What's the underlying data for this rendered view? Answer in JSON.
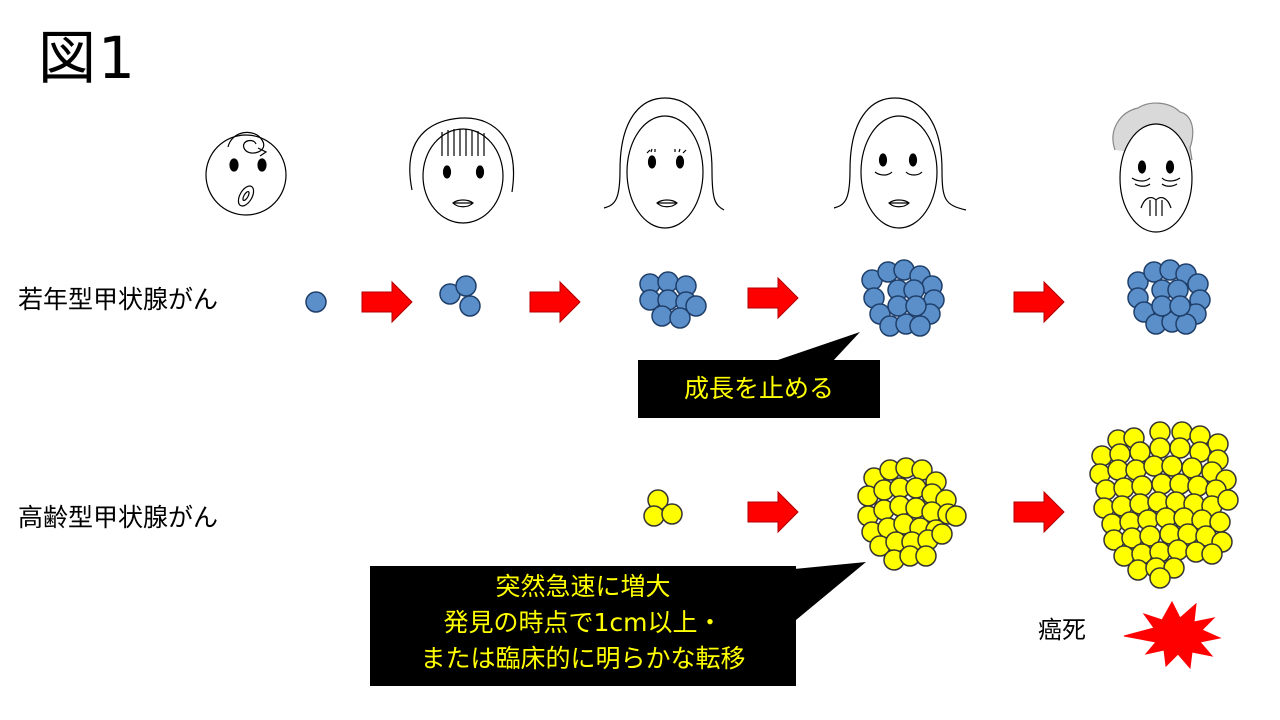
{
  "title": "図1",
  "rows": {
    "young_label": "若年型甲状腺がん",
    "elderly_label": "高齢型甲状腺がん"
  },
  "callouts": {
    "stop_growth": "成長を止める",
    "sudden_growth_lines": [
      "突然急速に増大",
      "発見の時点で1cm以上・",
      "または臨床的に明らかな転移"
    ]
  },
  "death_label": "癌死",
  "colors": {
    "arrow": "#ff0000",
    "young_cell": "#5b8fc9",
    "elderly_cell": "#ffff00",
    "burst": "#ff0000",
    "callout_bg": "#000000",
    "callout_text": "#ffff00"
  },
  "icons": [
    "baby-face-icon",
    "child-face-icon",
    "young-woman-face-icon",
    "woman-face-icon",
    "elderly-face-icon",
    "burst-icon"
  ]
}
